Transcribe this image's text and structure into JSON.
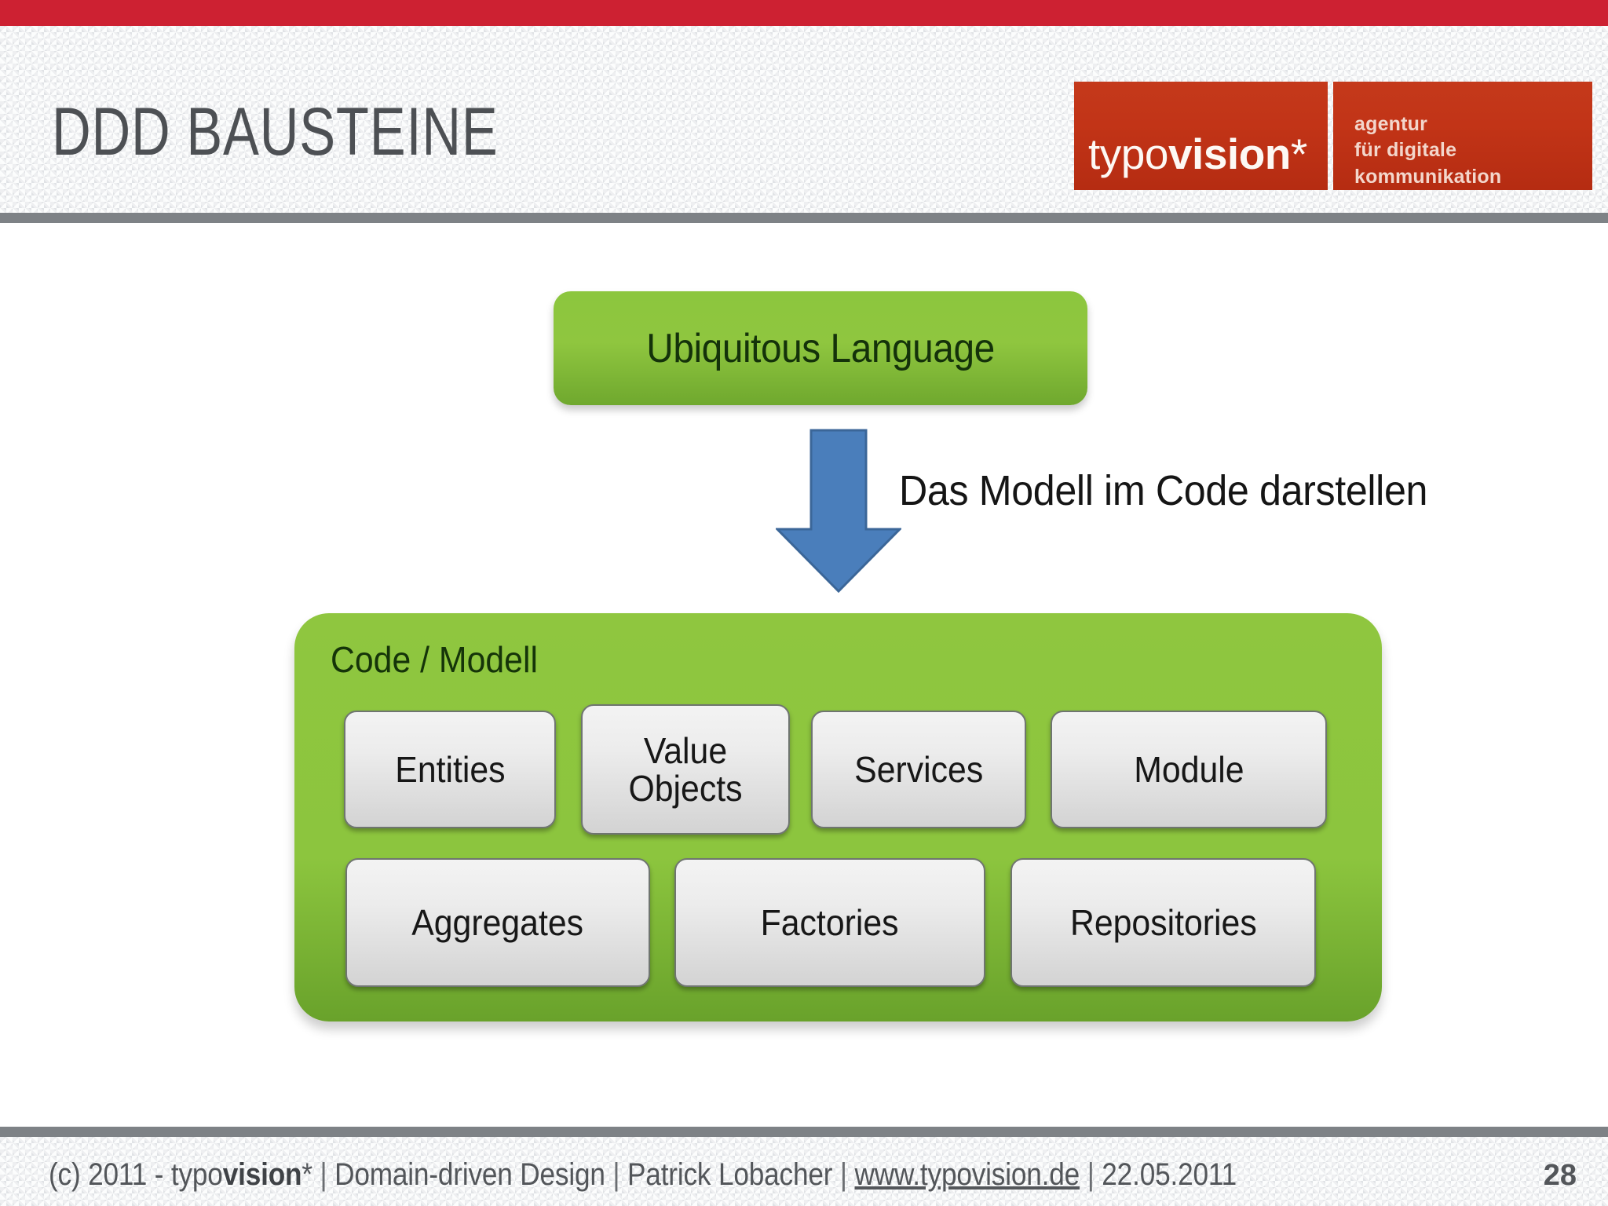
{
  "slide": {
    "title": "DDD BAUSTEINE",
    "accent_red": "#cd2132",
    "accent_green": "#8cc63e",
    "accent_blue": "#4a7ebb",
    "divider_gray": "#7e8286"
  },
  "logo": {
    "wordmark_regular": "typo",
    "wordmark_bold": "vision",
    "wordmark_star": "*",
    "tagline_line1": "agentur",
    "tagline_line2": "für digitale",
    "tagline_line3": "kommunikation"
  },
  "diagram": {
    "top_box_label": "Ubiquitous Language",
    "arrow_caption": "Das Modell im Code darstellen",
    "container_label": "Code / Modell",
    "blocks_row_1": [
      {
        "label": "Entities"
      },
      {
        "label": "Value Objects"
      },
      {
        "label": "Services"
      },
      {
        "label": "Module"
      }
    ],
    "blocks_row_2": [
      {
        "label": "Aggregates"
      },
      {
        "label": "Factories"
      },
      {
        "label": "Repositories"
      }
    ]
  },
  "footer": {
    "copyright": "(c) 2011 - ",
    "brand_regular": "typo",
    "brand_bold": "vision",
    "brand_star": "*",
    "sep1": " | ",
    "topic": "Domain-driven Design",
    "sep2": " | ",
    "author": "Patrick Lobacher",
    "sep3": " | ",
    "url": "www.typovision.de",
    "sep4": " | ",
    "date": "22.05.2011",
    "page_number": "28"
  }
}
